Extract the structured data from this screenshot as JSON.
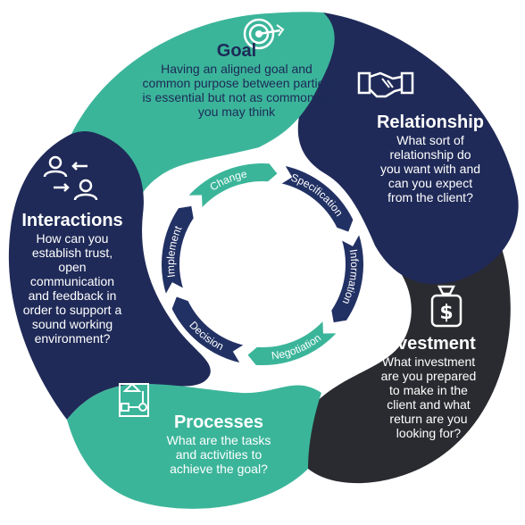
{
  "colors": {
    "teal": "#3bb59a",
    "navy": "#1f2a58",
    "charcoal": "#2a2b30",
    "ring_teal": "#3bb59a",
    "ring_navy": "#223164",
    "icon_light": "#ffffff",
    "icon_dark": "#1f2a58"
  },
  "segments": {
    "goal": {
      "title": "Goal",
      "lines": [
        "Having an aligned goal and",
        "common purpose between parties",
        "is essential but not as common as",
        "you may think"
      ],
      "icon": "target-icon"
    },
    "relationship": {
      "title": "Relationship",
      "lines": [
        "What sort of",
        "relationship do",
        "you want with and",
        "can you expect",
        "from the client?"
      ],
      "icon": "handshake-icon"
    },
    "investment": {
      "title": "Investment",
      "lines": [
        "What investment",
        "are you prepared",
        "to make in the",
        "client and what",
        "return are you",
        "looking for?"
      ],
      "icon": "money-bag-icon"
    },
    "processes": {
      "title": "Processes",
      "lines": [
        "What are the tasks",
        "and activities to",
        "achieve the goal?"
      ],
      "icon": "flowchart-icon"
    },
    "interactions": {
      "title": "Interactions",
      "lines": [
        "How can you",
        "establish trust,",
        "open",
        "communication",
        "and feedback in",
        "order to support a",
        "sound working",
        "environment?"
      ],
      "icon": "people-exchange-icon"
    }
  },
  "cycle": [
    "Change",
    "Specification",
    "Information",
    "Negotiation",
    "Decision",
    "Implement"
  ]
}
